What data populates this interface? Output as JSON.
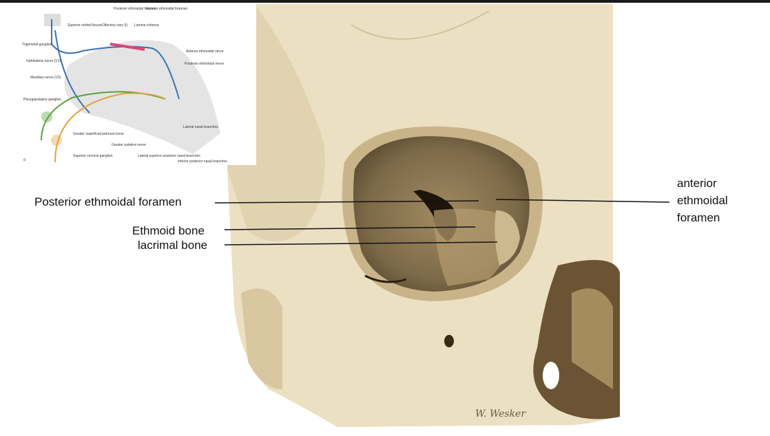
{
  "labels": {
    "posterior_ethmoidal_foramen": "Posterior ethmoidal foramen",
    "ethmoid_bone": "Ethmoid bone",
    "lacrimal_bone": "lacrimal bone",
    "anterior_ethmoidal_foramen": [
      "anterior",
      "ethmoidal",
      "foramen"
    ]
  },
  "inset": {
    "labels": {
      "posterior_ethmoidal_foramen": "Posterior ethmoidal foramen",
      "anterior_ethmoidal_foramen": "Anterior ethmoidal foramen",
      "superior_orbital_fissure": "Superior orbital fissure",
      "olfactory_tract": "Olfactory tract (I)",
      "lamina_cribrosa": "Lamina cribrosa",
      "trigeminal_ganglion": "Trigeminal ganglion",
      "ophthalmic_nerve": "Ophthalmic nerve (V1)",
      "maxillary_nerve": "Maxillary nerve (V2)",
      "anterior_ethmoidal_nerve": "Anterior ethmoidal nerve",
      "posterior_ethmoidal_nerve": "Posterior ethmoidal nerve",
      "pterygopalatine_ganglion": "Pterygopalatine ganglion",
      "lateral_nasal_branches": "Lateral nasal branches",
      "greater_superficial_petrosal_nerve": "Greater superficial petrosal nerve",
      "greater_palatine_nerve": "Greater palatine nerve",
      "superior_cervical_ganglion": "Superior cervical ganglion",
      "lateral_superior_posterior_nasal_branches": "Lateral superior posterior nasal branches",
      "inferior_posterior_nasal_branches": "Inferior posterior nasal branches",
      "panel_letter": "d"
    }
  },
  "signature": "W. Wesker",
  "colors": {
    "bone": "#e9dcbc",
    "orbit": "#8a7550",
    "nerve": "#3a6fb5",
    "olfactory": "#e0457a",
    "parasympathetic": "#5aa03c",
    "sympathetic": "#e0a040"
  }
}
